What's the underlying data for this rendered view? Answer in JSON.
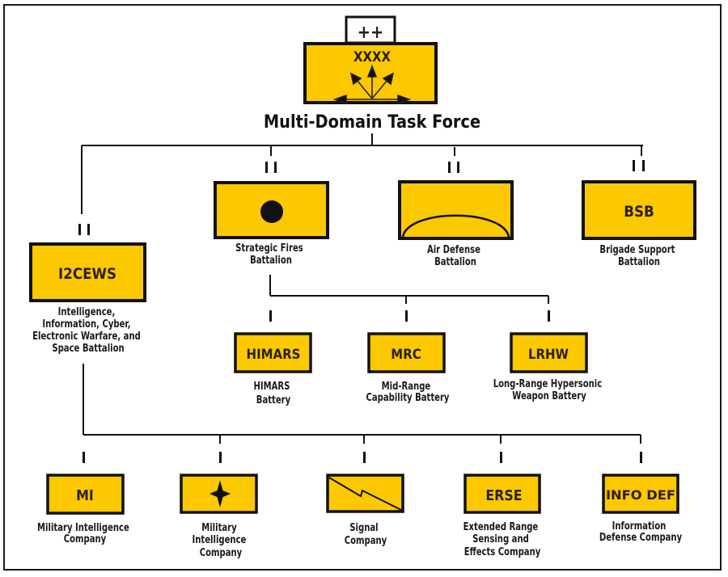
{
  "colors": {
    "unit_fill": "#FCC800",
    "outline": "#111111",
    "background": "#FFFFFF"
  },
  "hq": {
    "modifier": "++",
    "echelon": "XXXX",
    "icon": "multi-domain-arrows-icon",
    "title": "Multi-Domain Task Force"
  },
  "battalions": [
    {
      "id": "i2cews",
      "echelon": "II",
      "code": "I2CEWS",
      "icon": null,
      "caption": [
        "Intelligence,",
        "Information, Cyber,",
        "Electronic Warfare, and",
        "Space Battalion"
      ]
    },
    {
      "id": "strategic-fires",
      "echelon": "II",
      "code": "",
      "icon": "fires-dot-icon",
      "caption": [
        "Strategic Fires",
        "Battalion"
      ]
    },
    {
      "id": "air-defense",
      "echelon": "II",
      "code": "",
      "icon": "air-defense-dome-icon",
      "caption": [
        "Air Defense",
        "Battalion"
      ]
    },
    {
      "id": "bsb",
      "echelon": "II",
      "code": "BSB",
      "icon": null,
      "caption": [
        "Brigade Support",
        "Battalion"
      ]
    }
  ],
  "batteries": [
    {
      "id": "himars",
      "echelon": "I",
      "code": "HIMARS",
      "caption": [
        "HIMARS",
        "Battery"
      ]
    },
    {
      "id": "mrc",
      "echelon": "I",
      "code": "MRC",
      "caption": [
        "Mid-Range",
        "Capability Battery"
      ]
    },
    {
      "id": "lrhw",
      "echelon": "I",
      "code": "LRHW",
      "caption": [
        "Long-Range Hypersonic",
        "Weapon Battery"
      ]
    }
  ],
  "companies": [
    {
      "id": "mi",
      "echelon": "I",
      "code": "MI",
      "icon": null,
      "caption": [
        "Military Intelligence",
        "Company"
      ]
    },
    {
      "id": "mi-star",
      "echelon": "I",
      "code": "",
      "icon": "intelligence-star-icon",
      "caption": [
        "Military",
        "Intelligence",
        "Company"
      ]
    },
    {
      "id": "signal",
      "echelon": "I",
      "code": "",
      "icon": "signal-lightning-icon",
      "caption": [
        "Signal",
        "Company"
      ]
    },
    {
      "id": "erse",
      "echelon": "I",
      "code": "ERSE",
      "icon": null,
      "caption": [
        "Extended Range",
        "Sensing and",
        "Effects Company"
      ]
    },
    {
      "id": "info-def",
      "echelon": "I",
      "code": "INFO DEF",
      "icon": null,
      "caption": [
        "Information",
        "Defense Company"
      ]
    }
  ]
}
